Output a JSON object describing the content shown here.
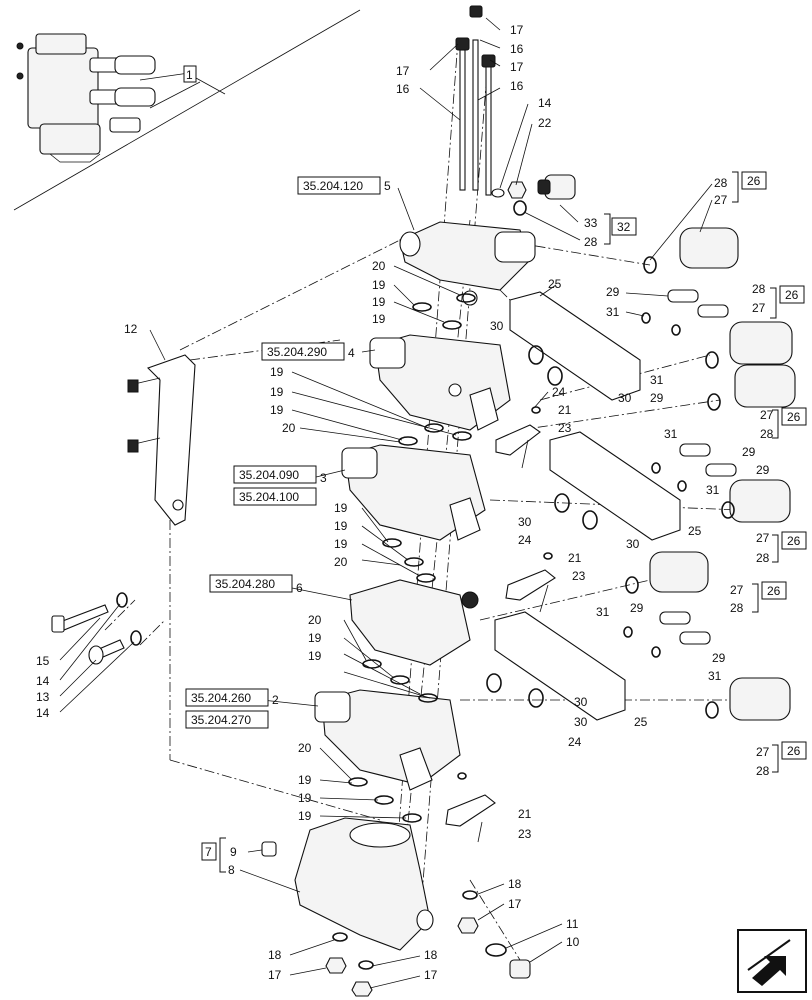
{
  "view_label": "1",
  "references": {
    "r5": "35.204.120",
    "r4": "35.204.290",
    "r3a": "35.204.090",
    "r3b": "35.204.100",
    "r6": "35.204.280",
    "r2a": "35.204.260",
    "r2b": "35.204.270"
  },
  "boxed": {
    "b26": "26",
    "b32": "32",
    "b7": "7"
  },
  "callouts": [
    {
      "id": "c1",
      "text": "17"
    },
    {
      "id": "c2",
      "text": "16"
    },
    {
      "id": "c3",
      "text": "17"
    },
    {
      "id": "c4",
      "text": "17"
    },
    {
      "id": "c5",
      "text": "16"
    },
    {
      "id": "c6",
      "text": "16"
    },
    {
      "id": "c7",
      "text": "14"
    },
    {
      "id": "c8",
      "text": "22"
    },
    {
      "id": "c9",
      "text": "5"
    },
    {
      "id": "c10",
      "text": "28"
    },
    {
      "id": "c11",
      "text": "27"
    },
    {
      "id": "c12",
      "text": "33"
    },
    {
      "id": "c13",
      "text": "28"
    },
    {
      "id": "c14",
      "text": "20"
    },
    {
      "id": "c15",
      "text": "25"
    },
    {
      "id": "c16",
      "text": "19"
    },
    {
      "id": "c17",
      "text": "19"
    },
    {
      "id": "c18",
      "text": "29"
    },
    {
      "id": "c19",
      "text": "31"
    },
    {
      "id": "c20",
      "text": "28"
    },
    {
      "id": "c21",
      "text": "27"
    },
    {
      "id": "c22",
      "text": "12"
    },
    {
      "id": "c23",
      "text": "19"
    },
    {
      "id": "c24",
      "text": "30"
    },
    {
      "id": "c25",
      "text": "4"
    },
    {
      "id": "c26",
      "text": "31"
    },
    {
      "id": "c27",
      "text": "29"
    },
    {
      "id": "c28",
      "text": "19"
    },
    {
      "id": "c29",
      "text": "19"
    },
    {
      "id": "c30",
      "text": "24"
    },
    {
      "id": "c31",
      "text": "30"
    },
    {
      "id": "c32",
      "text": "27"
    },
    {
      "id": "c33",
      "text": "19"
    },
    {
      "id": "c34",
      "text": "21"
    },
    {
      "id": "c35",
      "text": "28"
    },
    {
      "id": "c36",
      "text": "20"
    },
    {
      "id": "c37",
      "text": "23"
    },
    {
      "id": "c38",
      "text": "31"
    },
    {
      "id": "c39",
      "text": "3"
    },
    {
      "id": "c40",
      "text": "29"
    },
    {
      "id": "c41",
      "text": "29"
    },
    {
      "id": "c42",
      "text": "31"
    },
    {
      "id": "c43",
      "text": "19"
    },
    {
      "id": "c44",
      "text": "25"
    },
    {
      "id": "c45",
      "text": "30"
    },
    {
      "id": "c46",
      "text": "30"
    },
    {
      "id": "c47",
      "text": "27"
    },
    {
      "id": "c48",
      "text": "19"
    },
    {
      "id": "c49",
      "text": "24"
    },
    {
      "id": "c50",
      "text": "28"
    },
    {
      "id": "c51",
      "text": "19"
    },
    {
      "id": "c52",
      "text": "21"
    },
    {
      "id": "c53",
      "text": "20"
    },
    {
      "id": "c54",
      "text": "23"
    },
    {
      "id": "c55",
      "text": "6"
    },
    {
      "id": "c56",
      "text": "27"
    },
    {
      "id": "c57",
      "text": "29"
    },
    {
      "id": "c58",
      "text": "28"
    },
    {
      "id": "c59",
      "text": "31"
    },
    {
      "id": "c60",
      "text": "20"
    },
    {
      "id": "c61",
      "text": "29"
    },
    {
      "id": "c62",
      "text": "15"
    },
    {
      "id": "c63",
      "text": "19"
    },
    {
      "id": "c64",
      "text": "31"
    },
    {
      "id": "c65",
      "text": "14"
    },
    {
      "id": "c66",
      "text": "19"
    },
    {
      "id": "c67",
      "text": "13"
    },
    {
      "id": "c68",
      "text": "2"
    },
    {
      "id": "c69",
      "text": "30"
    },
    {
      "id": "c70",
      "text": "14"
    },
    {
      "id": "c71",
      "text": "30"
    },
    {
      "id": "c72",
      "text": "25"
    },
    {
      "id": "c73",
      "text": "24"
    },
    {
      "id": "c74",
      "text": "27"
    },
    {
      "id": "c75",
      "text": "20"
    },
    {
      "id": "c76",
      "text": "28"
    },
    {
      "id": "c77",
      "text": "19"
    },
    {
      "id": "c78",
      "text": "19"
    },
    {
      "id": "c79",
      "text": "21"
    },
    {
      "id": "c80",
      "text": "19"
    },
    {
      "id": "c81",
      "text": "23"
    },
    {
      "id": "c82",
      "text": "9"
    },
    {
      "id": "c83",
      "text": "8"
    },
    {
      "id": "c84",
      "text": "18"
    },
    {
      "id": "c85",
      "text": "17"
    },
    {
      "id": "c86",
      "text": "11"
    },
    {
      "id": "c87",
      "text": "10"
    },
    {
      "id": "c88",
      "text": "18"
    },
    {
      "id": "c89",
      "text": "18"
    },
    {
      "id": "c90",
      "text": "17"
    },
    {
      "id": "c91",
      "text": "17"
    }
  ],
  "icons": {
    "view_thumbnail": "assembly-thumbnail-icon",
    "navigation": "return-arrow-icon"
  }
}
